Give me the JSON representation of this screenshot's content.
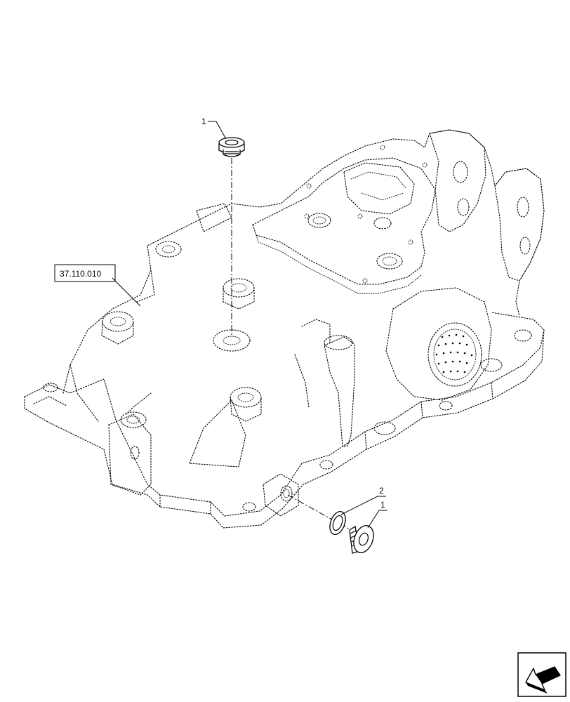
{
  "callouts": {
    "plug_top": "1",
    "washer": "2",
    "plug_bottom": "1"
  },
  "reference": {
    "label": "37.110.010"
  },
  "nav_icon": "navigation-arrow-icon"
}
